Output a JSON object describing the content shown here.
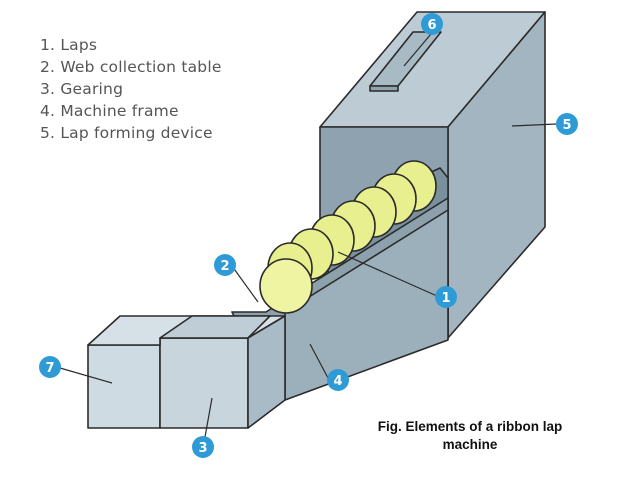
{
  "legend": [
    "1. Laps",
    "2. Web collection table",
    "3. Gearing",
    "4. Machine frame",
    "5. Lap forming device"
  ],
  "callouts": [
    "1",
    "2",
    "3",
    "4",
    "5",
    "6",
    "7"
  ],
  "caption": {
    "line1": "Fig. Elements of a ribbon lap",
    "line2": "machine"
  },
  "colors": {
    "badge": "#2f9bd6",
    "lap_fill": "#e8ef8e",
    "frame_dark": "#8ea2af",
    "frame_mid": "#a2b5c0",
    "frame_light": "#cfdbe2",
    "outline": "#2b2b2b"
  }
}
